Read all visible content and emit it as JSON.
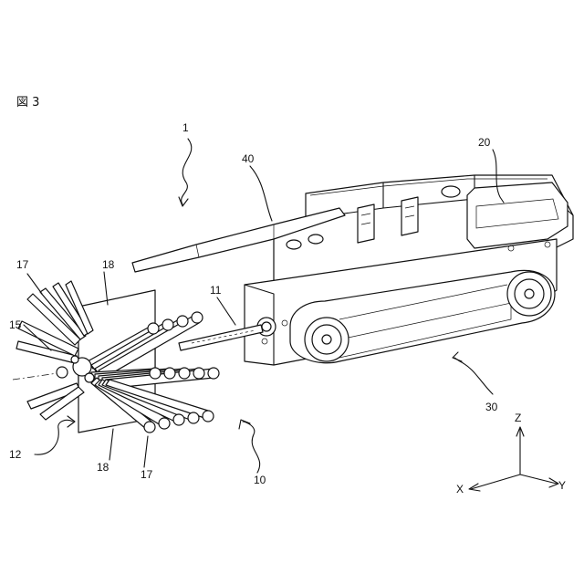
{
  "figure": {
    "title": "図 3"
  },
  "labels": {
    "robot": "1",
    "arm": "40",
    "upper_unit": "20",
    "crawler": "30",
    "shaft": "11",
    "head": "12",
    "tool_unit": "10",
    "rod_top": "17",
    "rod_bottom": "17",
    "plate_top": "18",
    "plate_bottom": "18",
    "hub": "15"
  },
  "axes": {
    "z": "Z",
    "x": "X",
    "y": "Y"
  }
}
